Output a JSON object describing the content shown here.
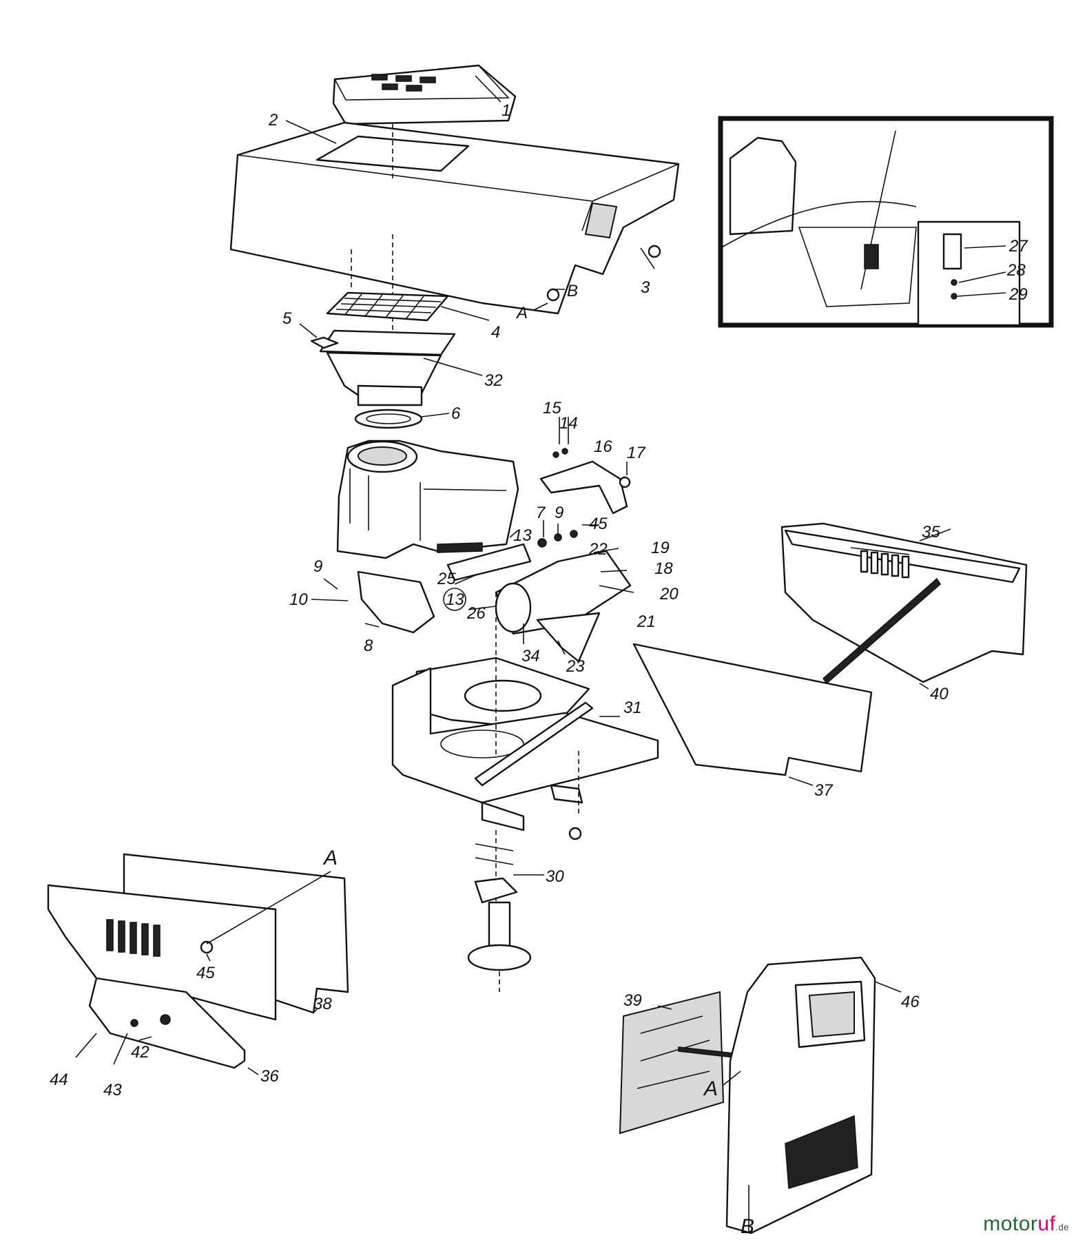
{
  "diagram": {
    "callouts": [
      {
        "id": "1",
        "text": "1"
      },
      {
        "id": "2",
        "text": "2"
      },
      {
        "id": "3",
        "text": "3"
      },
      {
        "id": "B-top",
        "text": "B"
      },
      {
        "id": "A-top",
        "text": "A"
      },
      {
        "id": "4",
        "text": "4"
      },
      {
        "id": "5",
        "text": "5"
      },
      {
        "id": "32",
        "text": "32"
      },
      {
        "id": "6",
        "text": "6"
      },
      {
        "id": "15",
        "text": "15"
      },
      {
        "id": "14",
        "text": "14"
      },
      {
        "id": "16",
        "text": "16"
      },
      {
        "id": "17",
        "text": "17"
      },
      {
        "id": "13",
        "text": "13"
      },
      {
        "id": "7",
        "text": "7"
      },
      {
        "id": "9a",
        "text": "9"
      },
      {
        "id": "45a",
        "text": "45"
      },
      {
        "id": "22",
        "text": "22"
      },
      {
        "id": "19",
        "text": "19"
      },
      {
        "id": "18",
        "text": "18"
      },
      {
        "id": "20",
        "text": "20"
      },
      {
        "id": "21",
        "text": "21"
      },
      {
        "id": "25",
        "text": "25"
      },
      {
        "id": "13c",
        "text": "13"
      },
      {
        "id": "26",
        "text": "26"
      },
      {
        "id": "34",
        "text": "34"
      },
      {
        "id": "23",
        "text": "23"
      },
      {
        "id": "9b",
        "text": "9"
      },
      {
        "id": "10",
        "text": "10"
      },
      {
        "id": "8",
        "text": "8"
      },
      {
        "id": "35",
        "text": "35"
      },
      {
        "id": "40",
        "text": "40"
      },
      {
        "id": "31",
        "text": "31"
      },
      {
        "id": "37",
        "text": "37"
      },
      {
        "id": "30",
        "text": "30"
      },
      {
        "id": "27",
        "text": "27"
      },
      {
        "id": "28",
        "text": "28"
      },
      {
        "id": "29",
        "text": "29"
      },
      {
        "id": "A-left",
        "text": "A"
      },
      {
        "id": "45b",
        "text": "45"
      },
      {
        "id": "38",
        "text": "38"
      },
      {
        "id": "36",
        "text": "36"
      },
      {
        "id": "44",
        "text": "44"
      },
      {
        "id": "43",
        "text": "43"
      },
      {
        "id": "42",
        "text": "42"
      },
      {
        "id": "39",
        "text": "39"
      },
      {
        "id": "46",
        "text": "46"
      },
      {
        "id": "A-right",
        "text": "A"
      },
      {
        "id": "B-bottom",
        "text": "B"
      }
    ]
  },
  "watermark": {
    "brand_main": "motor",
    "brand_accent": "uf",
    "suffix": ".de"
  },
  "colors": {
    "line": "#111111",
    "watermark_green": "#1f6b2e",
    "watermark_pink": "#e2007a"
  }
}
